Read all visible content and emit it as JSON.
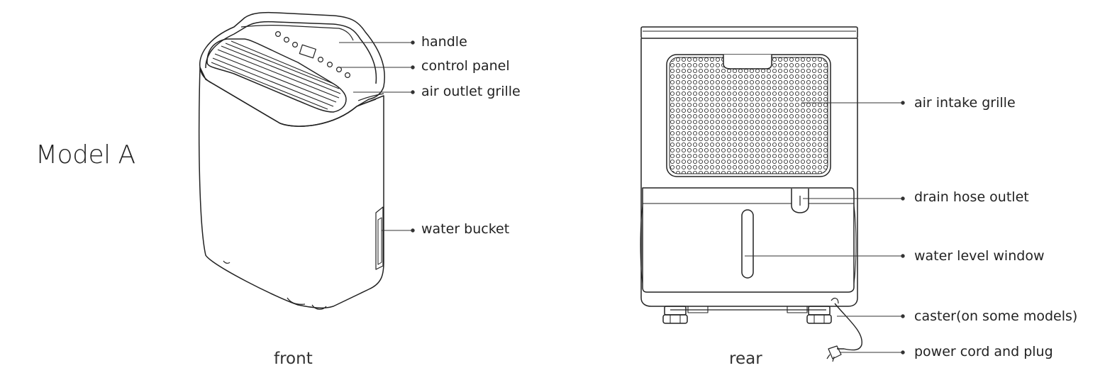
{
  "title": "Model A",
  "views": {
    "front": "front",
    "rear": "rear"
  },
  "front_callouts": {
    "handle": "handle",
    "control_panel": "control panel",
    "air_outlet_grille": "air outlet grille",
    "water_bucket": "water bucket"
  },
  "rear_callouts": {
    "air_intake_grille": "air intake grille",
    "drain_hose_outlet": "drain hose outlet",
    "water_level_window": "water level window",
    "caster": "caster(on some models)",
    "power_cord": "power cord and plug"
  }
}
